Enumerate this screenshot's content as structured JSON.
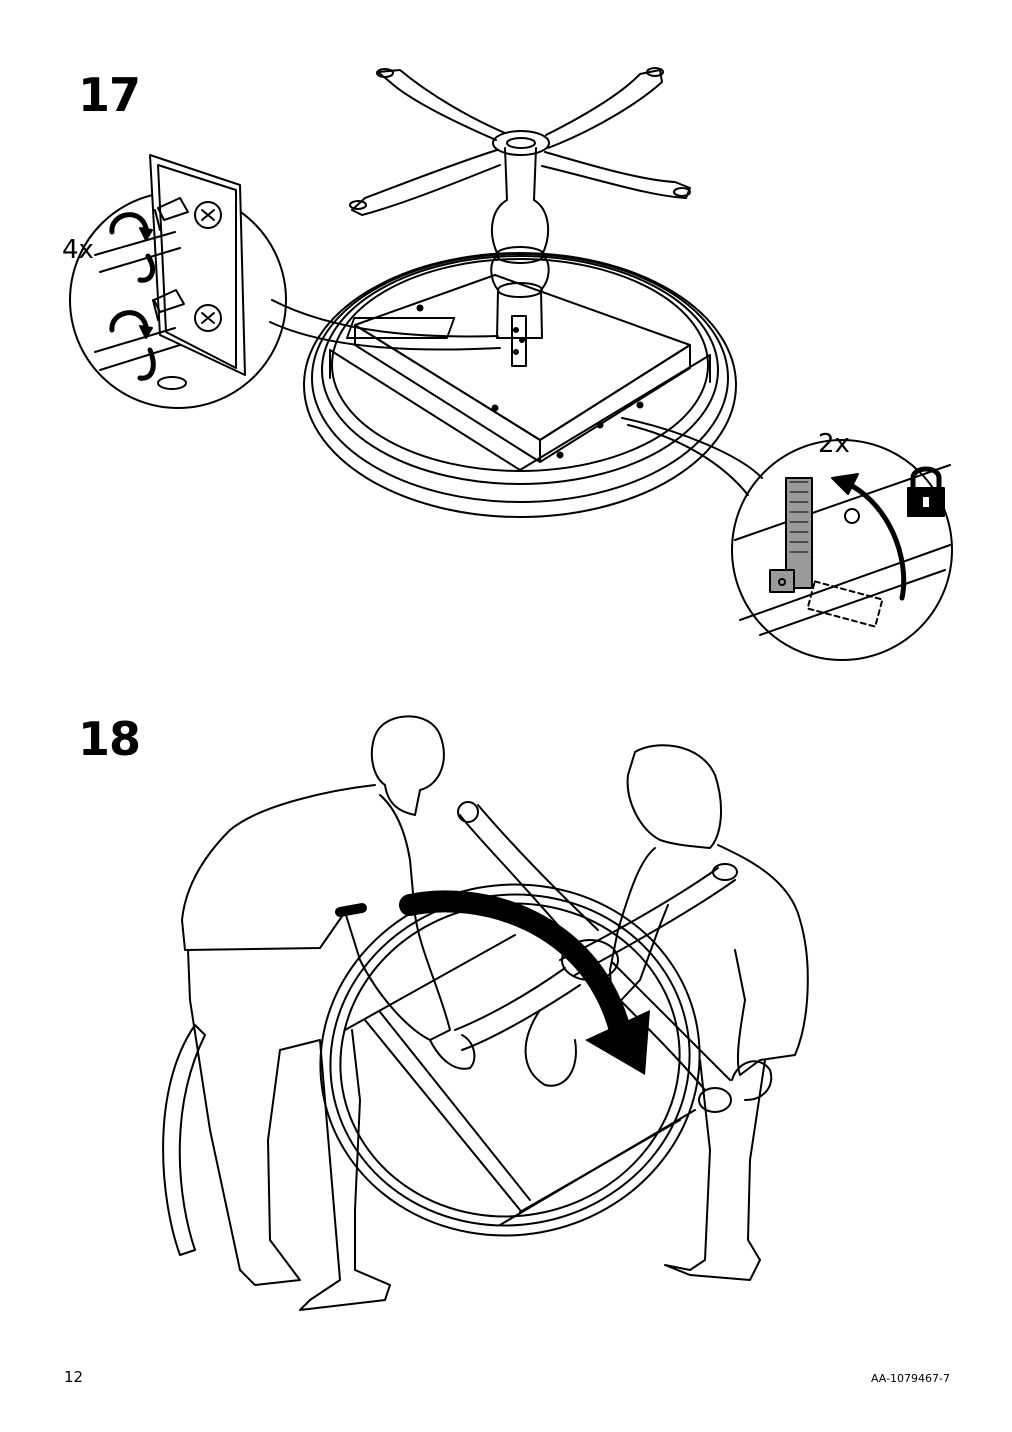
{
  "steps": [
    {
      "number": "17",
      "screwdriver_qty": "4x",
      "lock_qty": "2x"
    },
    {
      "number": "18"
    }
  ],
  "icons": {
    "lock": "padlock-icon",
    "rotate_arrow": "curved-arrow-icon"
  },
  "footer": {
    "page_number": "12",
    "doc_number": "AA-1079467-7"
  },
  "colors": {
    "ink": "#000000",
    "latch_gray": "#9a9a9a",
    "paper": "#ffffff"
  }
}
